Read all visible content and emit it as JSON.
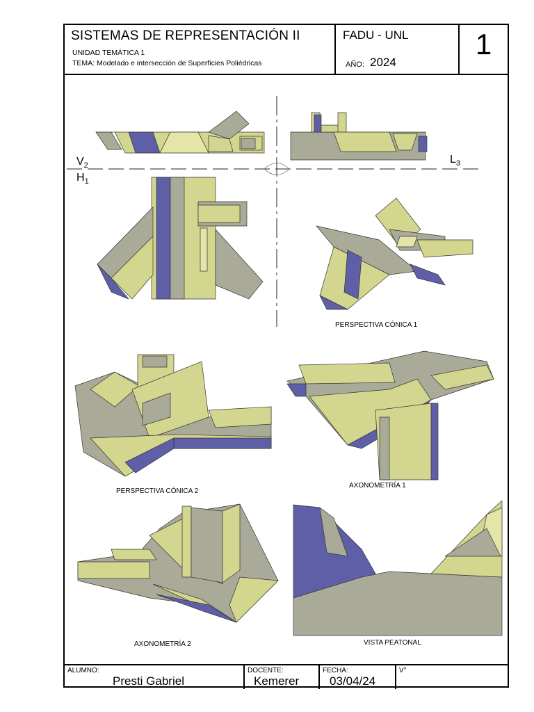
{
  "header": {
    "course_title": "SISTEMAS DE REPRESENTACIÓN II",
    "unit": "UNIDAD TEMÁTICA 1",
    "topic": "TEMA: Modelado e intersección de Superficies Poliédricas",
    "institution": "FADU - UNL",
    "year_label": "AÑO:",
    "year": "2024",
    "sheet_number": "1"
  },
  "drawing": {
    "projection_labels": {
      "v": "V",
      "v_sub": "2",
      "h": "H",
      "h_sub": "1",
      "l": "L",
      "l_sub": "3"
    },
    "colors": {
      "yellow": "#d3d68f",
      "gray": "#a9aa97",
      "blue": "#5e5fa6",
      "light_yellow": "#e4e6a8"
    }
  },
  "views": [
    {
      "id": "persp-conica-1",
      "caption": "PERSPECTIVA CÓNICA 1"
    },
    {
      "id": "persp-conica-2",
      "caption": "PERSPECTIVA CÓNICA 2"
    },
    {
      "id": "axonometria-1",
      "caption": "AXONOMETRÍA 1"
    },
    {
      "id": "axonometria-2",
      "caption": "AXONOMETRÍA 2"
    },
    {
      "id": "vista-peatonal",
      "caption": "VISTA PEATONAL"
    }
  ],
  "footer": {
    "student_label": "ALUMNO:",
    "student": "Presti Gabriel",
    "teacher_label": "DOCENTE:",
    "teacher": "Kemerer",
    "date_label": "FECHA:",
    "date": "03/04/24",
    "approval_label": "V°"
  }
}
